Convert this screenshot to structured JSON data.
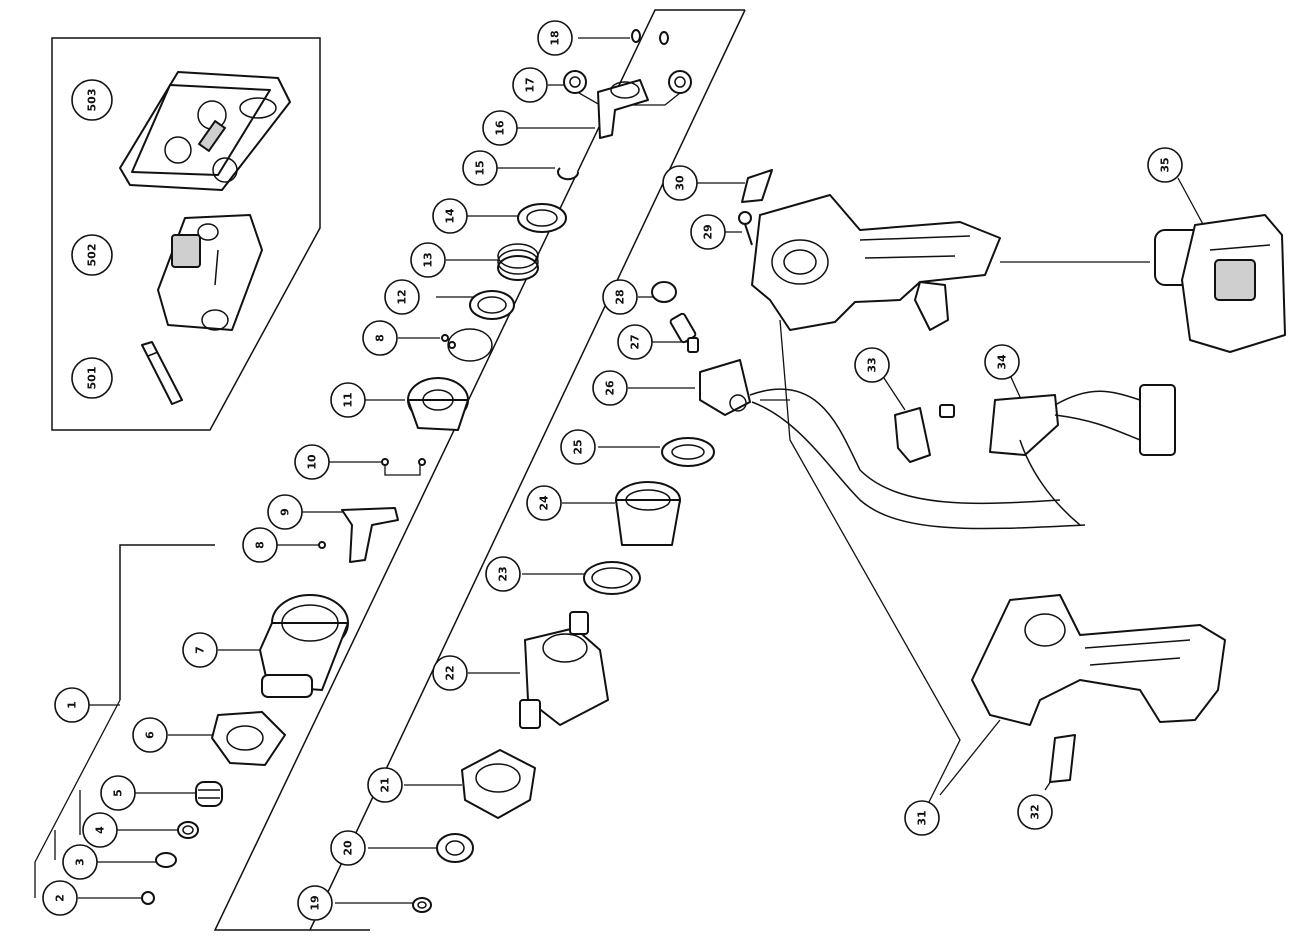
{
  "callouts": [
    {
      "id": "1",
      "label": "1"
    },
    {
      "id": "2",
      "label": "2"
    },
    {
      "id": "3",
      "label": "3"
    },
    {
      "id": "4",
      "label": "4"
    },
    {
      "id": "5",
      "label": "5"
    },
    {
      "id": "6",
      "label": "6"
    },
    {
      "id": "7",
      "label": "7"
    },
    {
      "id": "8a",
      "label": "8"
    },
    {
      "id": "8b",
      "label": "8"
    },
    {
      "id": "9",
      "label": "9"
    },
    {
      "id": "10",
      "label": "10"
    },
    {
      "id": "11",
      "label": "11"
    },
    {
      "id": "12",
      "label": "12"
    },
    {
      "id": "13",
      "label": "13"
    },
    {
      "id": "14",
      "label": "14"
    },
    {
      "id": "15",
      "label": "15"
    },
    {
      "id": "16",
      "label": "16"
    },
    {
      "id": "17",
      "label": "17"
    },
    {
      "id": "18",
      "label": "18"
    },
    {
      "id": "19",
      "label": "19"
    },
    {
      "id": "20",
      "label": "20"
    },
    {
      "id": "21",
      "label": "21"
    },
    {
      "id": "22",
      "label": "22"
    },
    {
      "id": "23",
      "label": "23"
    },
    {
      "id": "24",
      "label": "24"
    },
    {
      "id": "25",
      "label": "25"
    },
    {
      "id": "26",
      "label": "26"
    },
    {
      "id": "27",
      "label": "27"
    },
    {
      "id": "28",
      "label": "28"
    },
    {
      "id": "29",
      "label": "29"
    },
    {
      "id": "30",
      "label": "30"
    },
    {
      "id": "31",
      "label": "31"
    },
    {
      "id": "32",
      "label": "32"
    },
    {
      "id": "33",
      "label": "33"
    },
    {
      "id": "34",
      "label": "34"
    },
    {
      "id": "35",
      "label": "35"
    },
    {
      "id": "501",
      "label": "501"
    },
    {
      "id": "502",
      "label": "502"
    },
    {
      "id": "503",
      "label": "503"
    }
  ]
}
